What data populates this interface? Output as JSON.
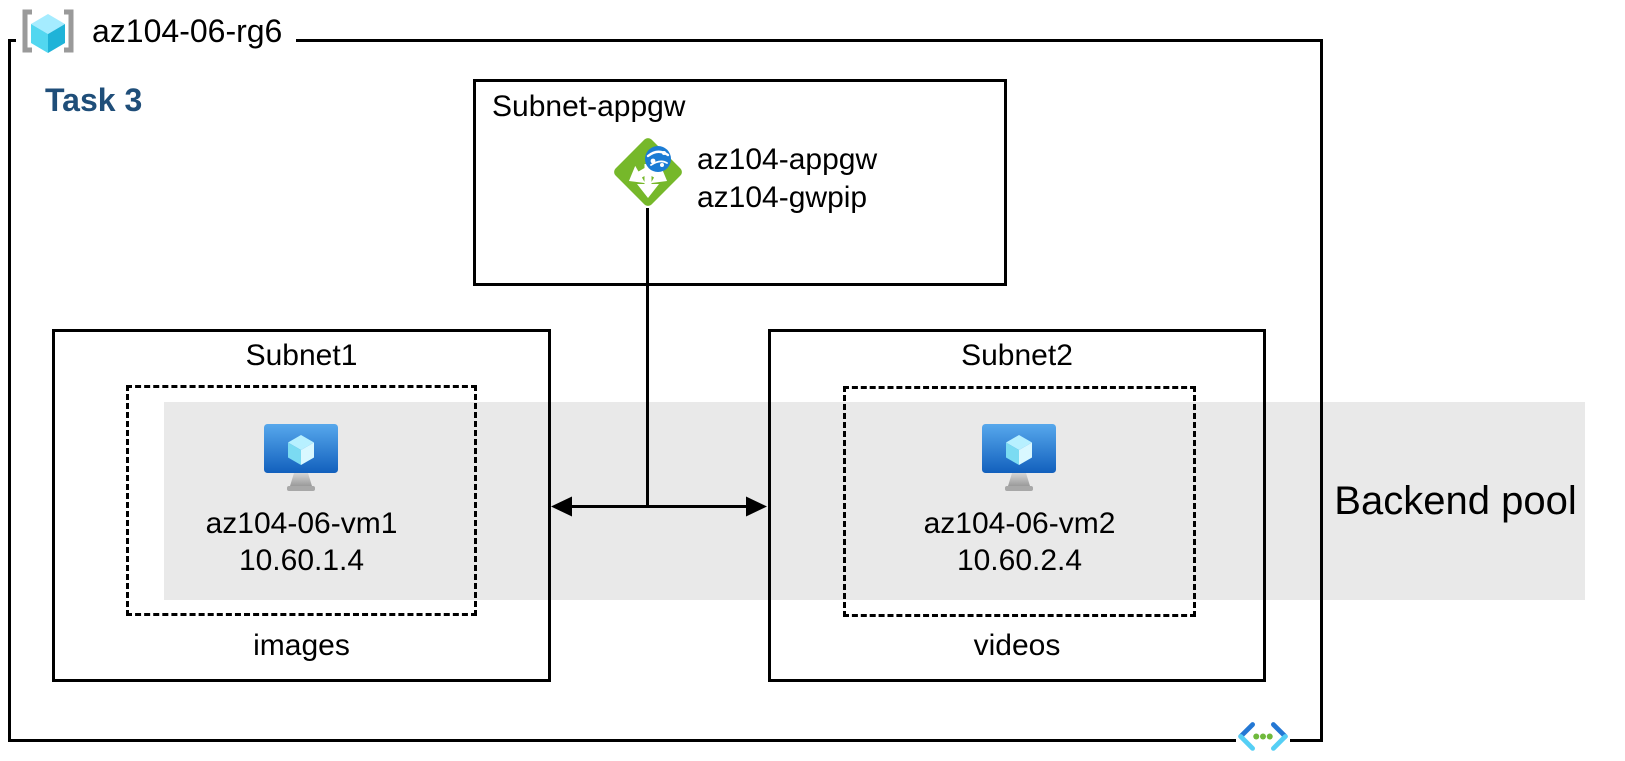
{
  "resource_group": {
    "name": "az104-06-rg6",
    "icon": "resource-group-icon"
  },
  "task": {
    "label": "Task 3",
    "color": "#1F4E79"
  },
  "appgw_subnet": {
    "title": "Subnet-appgw",
    "gateway": {
      "name": "az104-appgw",
      "public_ip": "az104-gwpip",
      "icon": "application-gateway-icon"
    }
  },
  "subnets": [
    {
      "title": "Subnet1",
      "vm": {
        "name": "az104-06-vm1",
        "ip": "10.60.1.4",
        "icon": "virtual-machine-icon"
      },
      "app_label": "images"
    },
    {
      "title": "Subnet2",
      "vm": {
        "name": "az104-06-vm2",
        "ip": "10.60.2.4",
        "icon": "virtual-machine-icon"
      },
      "app_label": "videos"
    }
  ],
  "backend_pool": {
    "label": "Backend pool",
    "band_color": "#E9E9E9"
  },
  "footer": {
    "icon": "virtual-network-icon"
  },
  "colors": {
    "line_black": "#000000",
    "task_blue": "#1F4E79",
    "band_gray": "#E9E9E9",
    "appgw_green": "#76B82A",
    "globe_blue": "#1B7CD4",
    "vm_screen_top": "#57A8EC",
    "vm_screen_bottom": "#1260BD",
    "cube_light": "#B7F0FF",
    "cube_mid": "#50E6FF",
    "cube_dark": "#29B2D8",
    "bracket_gray": "#9A9A9A",
    "vnet_dark_blue": "#2478D4",
    "vnet_light_blue": "#55CFF5",
    "vnet_dot_green": "#6FB93C"
  }
}
